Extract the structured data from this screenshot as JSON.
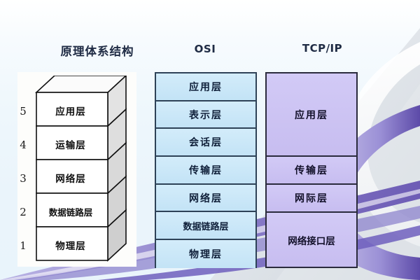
{
  "slide": {
    "background_color": "#eef6fb",
    "accent_color": "#7b6fc4"
  },
  "columns": {
    "principle": {
      "heading": "原理体系结构",
      "layers": [
        {
          "number": "5",
          "label": "应用层"
        },
        {
          "number": "4",
          "label": "运输层"
        },
        {
          "number": "3",
          "label": "网络层"
        },
        {
          "number": "2",
          "label": "数据链路层"
        },
        {
          "number": "1",
          "label": "物理层"
        }
      ]
    },
    "osi": {
      "heading": "OSI",
      "fill_color": "#c9e6f7",
      "border_color": "#2e4257",
      "layers": [
        {
          "label": "应用层"
        },
        {
          "label": "表示层"
        },
        {
          "label": "会话层"
        },
        {
          "label": "传输层"
        },
        {
          "label": "网络层"
        },
        {
          "label": "数据链路层"
        },
        {
          "label": "物理层"
        }
      ]
    },
    "tcpip": {
      "heading": "TCP/IP",
      "fill_color": "#ccc3f2",
      "border_color": "#2b2b3d",
      "layers": [
        {
          "label": "应用层",
          "spans": 3
        },
        {
          "label": "传输层",
          "spans": 1
        },
        {
          "label": "网际层",
          "spans": 1
        },
        {
          "label": "网络接口层",
          "spans": 2
        }
      ]
    }
  }
}
